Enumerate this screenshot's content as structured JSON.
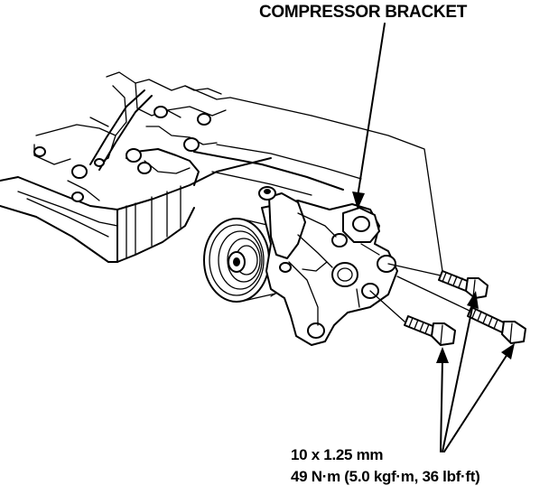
{
  "diagram": {
    "title_label": "COMPRESSOR BRACKET",
    "bolt_spec": {
      "size": "10 x 1.25 mm",
      "torque": "49 N·m (5.0 kgf·m, 36 lbf·ft)"
    },
    "line_color": "#000000",
    "background": "#ffffff"
  }
}
